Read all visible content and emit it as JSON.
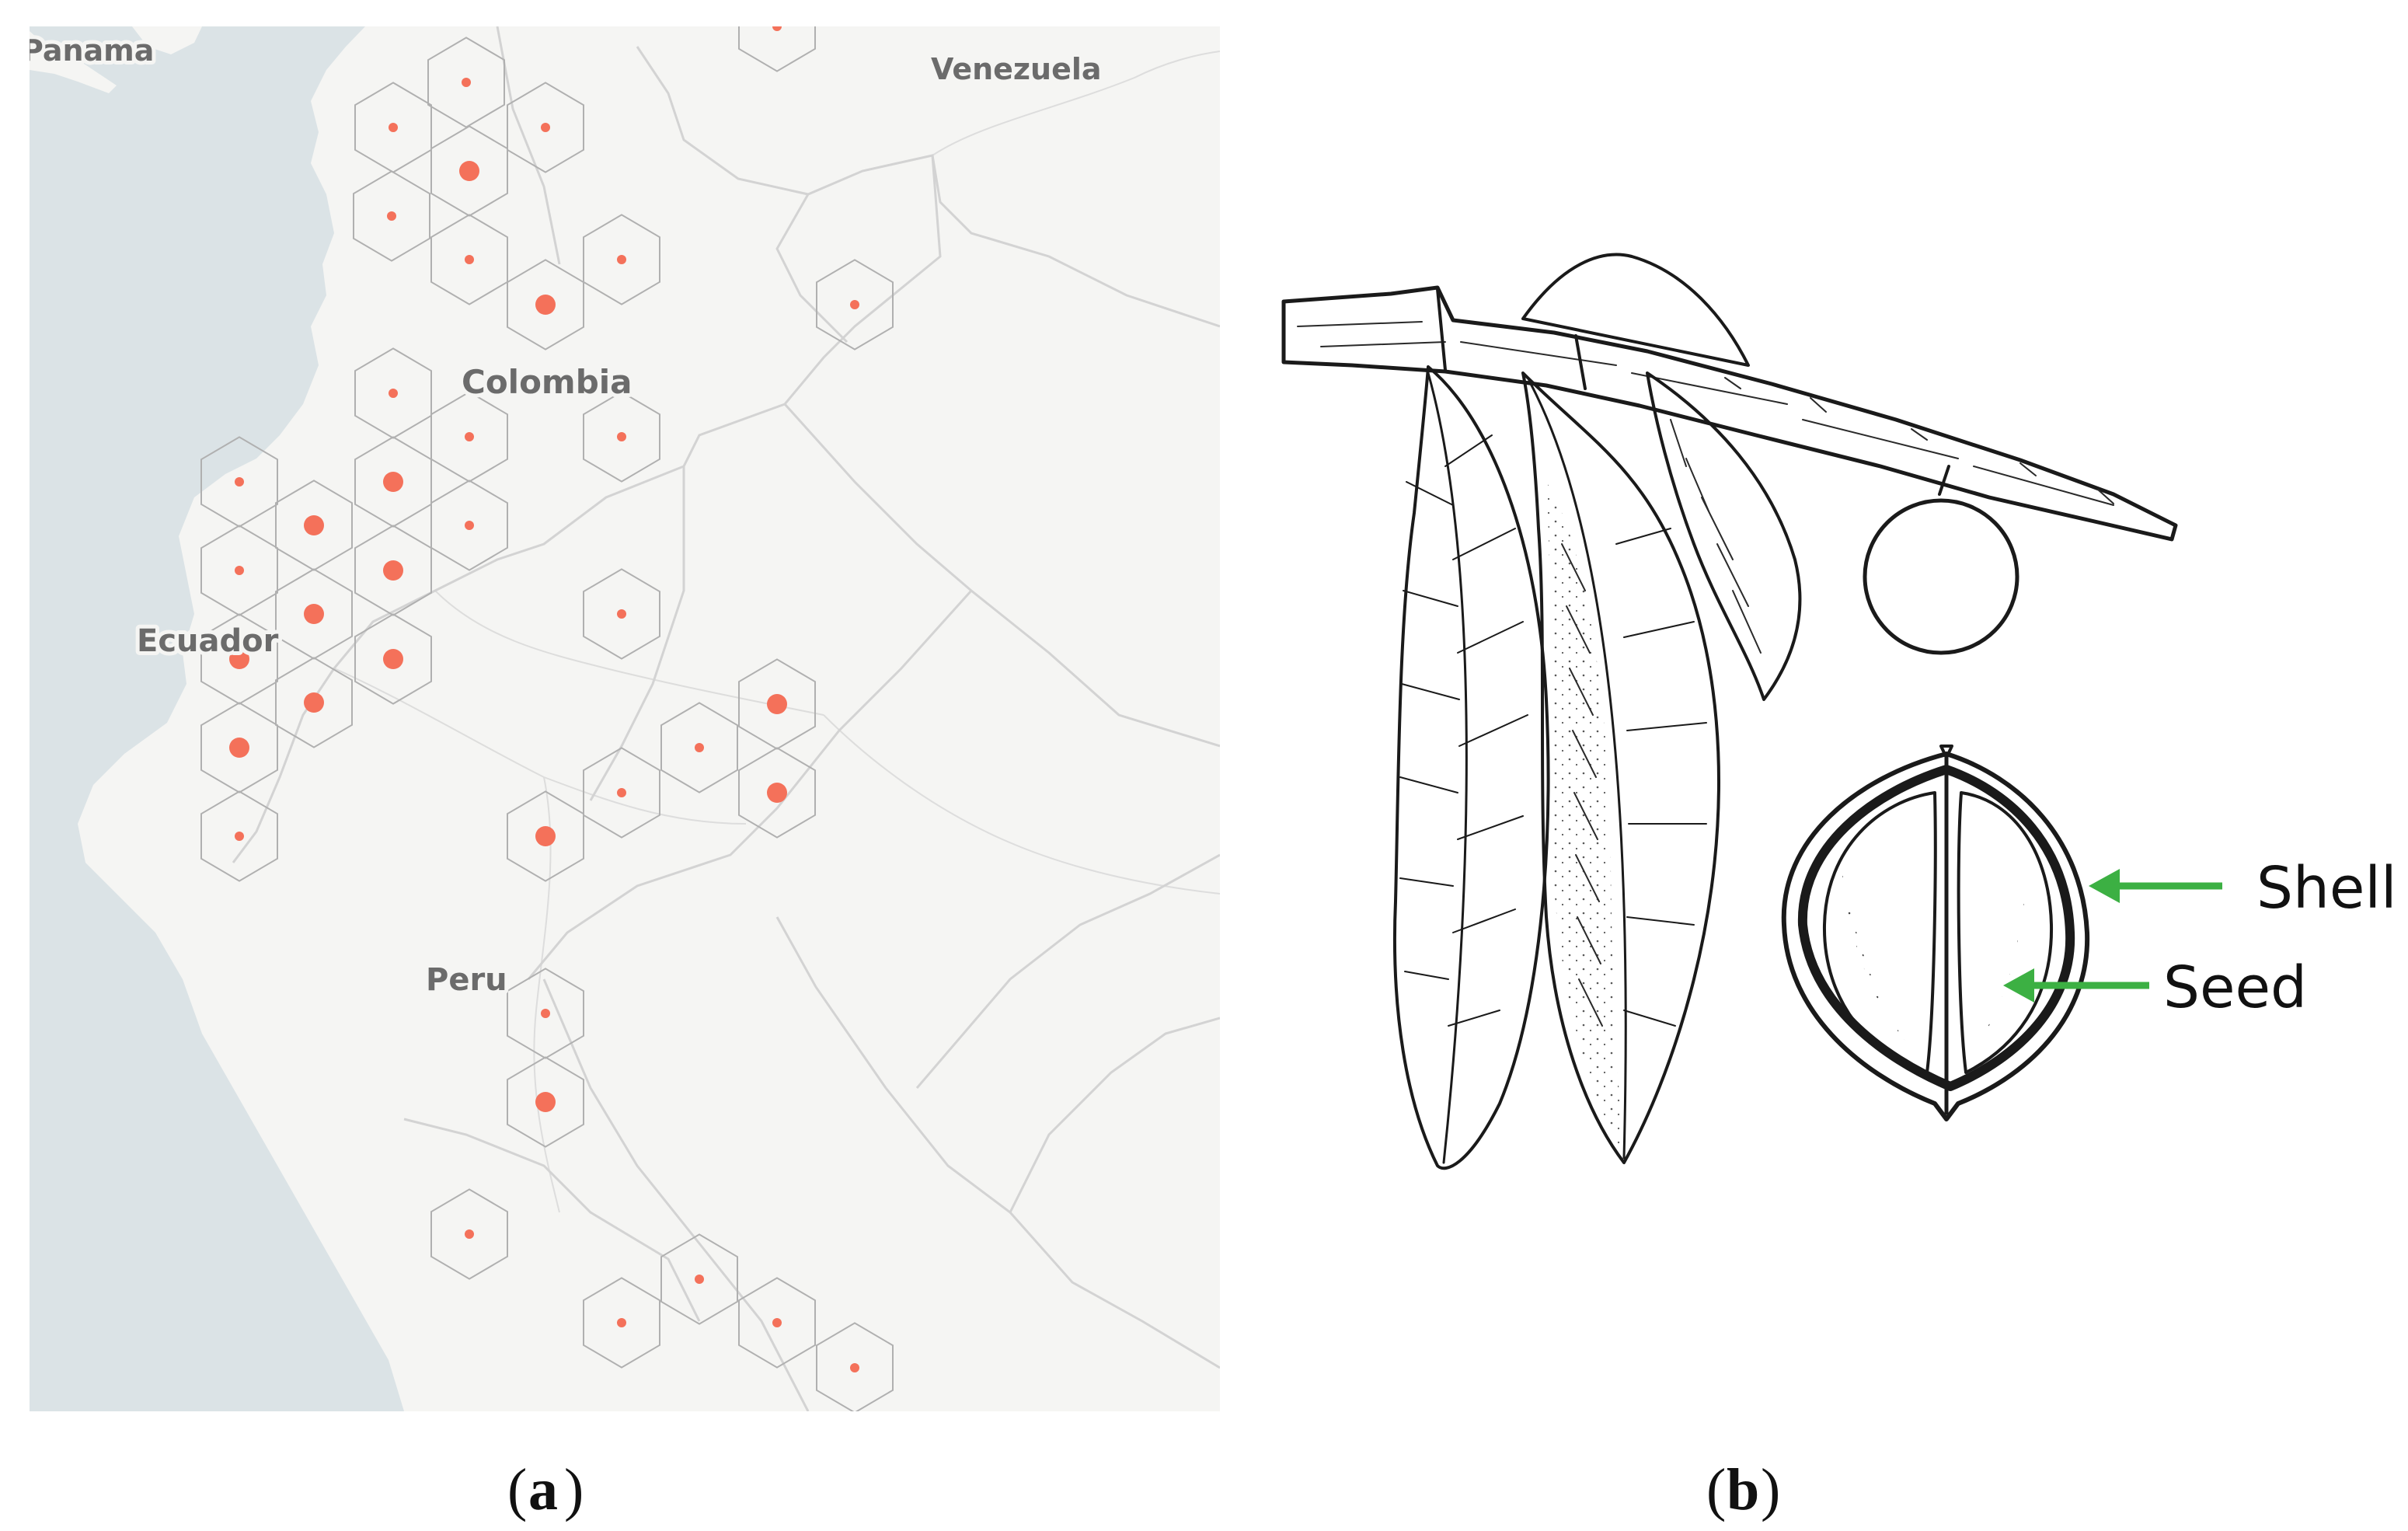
{
  "panel_a": {
    "caption_letter": "a",
    "map": {
      "colors": {
        "land": "#f5f5f3",
        "water": "#dbe3e6",
        "border": "#d3d3d3",
        "hex_stroke": "#b0b0b0",
        "marker": "#f4715a"
      },
      "labels": [
        {
          "id": "panama",
          "text": "Panama"
        },
        {
          "id": "venezuela",
          "text": "Venezuela"
        },
        {
          "id": "colombia",
          "text": "Colombia"
        },
        {
          "id": "ecuador",
          "text": "Ecuador"
        },
        {
          "id": "peru",
          "text": "Peru"
        }
      ]
    }
  },
  "panel_b": {
    "caption_letter": "b",
    "callouts": [
      {
        "id": "shell",
        "text": "Shell",
        "arrow_color": "#3cb043"
      },
      {
        "id": "seed",
        "text": "Seed",
        "arrow_color": "#3cb043"
      }
    ]
  }
}
